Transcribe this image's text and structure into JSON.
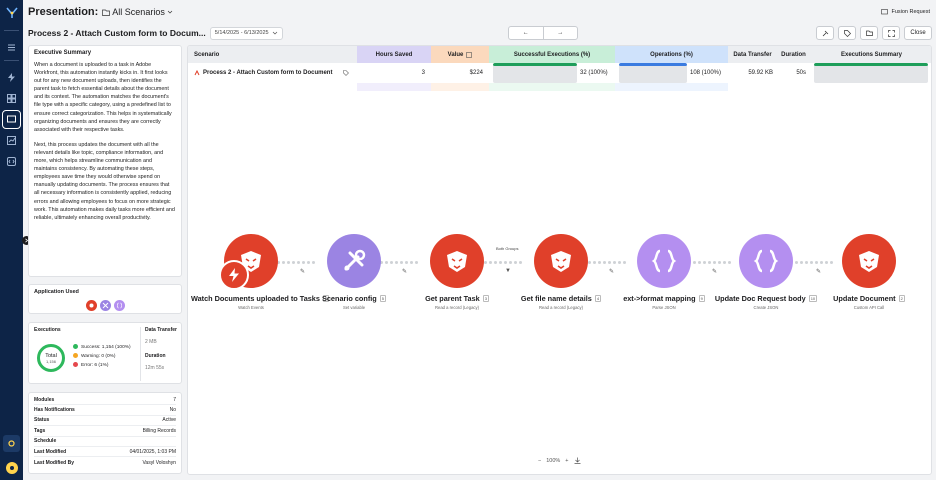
{
  "header": {
    "title": "Presentation:",
    "scenarios_label": "All Scenarios",
    "fusion_label": "Fusion Request"
  },
  "subheader": {
    "process_title": "Process 2 - Attach Custom form to Docum...",
    "date_range": "5/14/2025 - 6/13/2025",
    "prev_arrow": "←",
    "next_arrow": "→",
    "close_label": "Close"
  },
  "summary": {
    "heading": "Executive Summary",
    "para1": "When a document is uploaded to a task in Adobe Workfront, this automation instantly kicks in. It first looks out for any new document uploads, then identifies the parent task to fetch essential details about the document and its context. The automation matches the document's file type with a specific category, using a predefined list to ensure correct categorization. This helps in systematically organizing documents and ensures they are correctly associated with their respective tasks.",
    "para2": "Next, this process updates the document with all the relevant details like topic, compliance information, and more, which helps streamline communication and maintains consistency. By automating these steps, employees save time they would otherwise spend on manually updating documents. The process ensures that all necessary information is consistently applied, reducing errors and allowing employees to focus on more strategic work. This automation makes daily tasks more efficient and reliable, ultimately enhancing overall productivity."
  },
  "apps_used": {
    "heading": "Application Used",
    "icons": [
      "workfront-icon",
      "tools-icon",
      "json-icon"
    ]
  },
  "executions": {
    "heading": "Executions",
    "total_label": "Total",
    "total_value": "1,156",
    "success": "Success: 1,154 (100%)",
    "warning": "Warning: 0 (0%)",
    "error": "Error: 6 (1%)",
    "data_transfer_label": "Data Transfer",
    "data_transfer_value": "2 MB",
    "duration_label": "Duration",
    "duration_value": "12m 55s",
    "colors": {
      "success": "#2eb85c",
      "warning": "#f5a623",
      "error": "#e5484d"
    }
  },
  "meta": [
    {
      "k": "Modules",
      "v": "7"
    },
    {
      "k": "Has Notifications",
      "v": "No"
    },
    {
      "k": "Status",
      "v": "Active"
    },
    {
      "k": "Tags",
      "v": "Billing Records"
    },
    {
      "k": "Schedule",
      "v": ""
    },
    {
      "k": "Last Modified",
      "v": "04/01/2025, 1:03 PM"
    },
    {
      "k": "Last Modified By",
      "v": "Vasyl Voloshyn"
    }
  ],
  "table": {
    "headers": {
      "scenario": "Scenario",
      "hours_saved": "Hours Saved",
      "value": "Value",
      "success": "Successful Executions (%)",
      "operations": "Operations (%)",
      "data_transfer": "Data Transfer",
      "duration": "Duration",
      "summary": "Executions Summary"
    },
    "row": {
      "scenario": "Process 2 - Attach Custom form to Document",
      "hours_saved": "3",
      "value": "$224",
      "success": "32 (100%)",
      "success_pct": 100,
      "operations": "108 (100%)",
      "operations_pct": 100,
      "data_transfer": "59.92 KB",
      "duration": "50s"
    }
  },
  "flow": {
    "filter_label": "Both Groups",
    "nodes": [
      {
        "title": "Watch Documents uploaded to Tasks",
        "num": "1",
        "sub": "Watch Events",
        "kind": "workfront",
        "trigger": true
      },
      {
        "title": "Scenario config",
        "num": "5",
        "sub": "Set variable",
        "kind": "tools"
      },
      {
        "title": "Get parent Task",
        "num": "3",
        "sub": "Read a record (Legacy)",
        "kind": "workfront"
      },
      {
        "title": "Get file name details",
        "num": "4",
        "sub": "Read a record (Legacy)",
        "kind": "workfront"
      },
      {
        "title": "ext->format mapping",
        "num": "9",
        "sub": "Parse JSON",
        "kind": "json"
      },
      {
        "title": "Update Doc Request body",
        "num": "10",
        "sub": "Create JSON",
        "kind": "json"
      },
      {
        "title": "Update Document",
        "num": "2",
        "sub": "Custom API Call",
        "kind": "workfront"
      }
    ]
  },
  "zoom": {
    "level": "100%",
    "minus": "−",
    "plus": "+"
  },
  "colors": {
    "workfront": "#e0402a",
    "tools": "#9b84e3",
    "json": "#b48ff0",
    "success_bar": "#1e9e5a",
    "ops_bar": "#3a7be0"
  }
}
